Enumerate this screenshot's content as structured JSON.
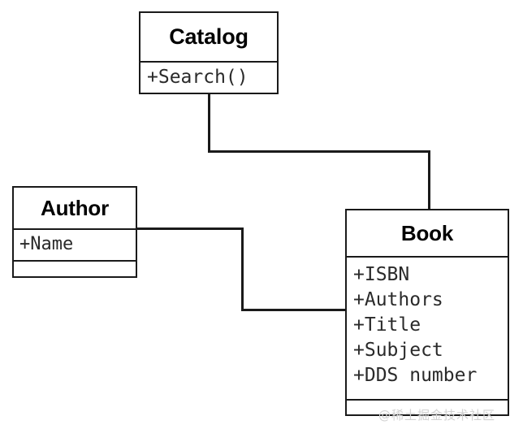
{
  "diagram": {
    "type": "uml-class-diagram",
    "background_color": "#ffffff",
    "line_color": "#1a1a1a",
    "text_color": "#000000",
    "classes": [
      {
        "id": "catalog",
        "name": "Catalog",
        "attributes": [],
        "operations": [
          "+Search()"
        ]
      },
      {
        "id": "author",
        "name": "Author",
        "attributes": [
          "+Name"
        ],
        "operations": []
      },
      {
        "id": "book",
        "name": "Book",
        "attributes": [
          "+ISBN",
          "+Authors",
          "+Title",
          "+Subject",
          "+DDS number"
        ],
        "operations": []
      }
    ],
    "connections": [
      {
        "from": "Catalog",
        "to": "Book",
        "style": "orthogonal"
      },
      {
        "from": "Author",
        "to": "Book",
        "style": "orthogonal"
      }
    ]
  },
  "watermark": {
    "text": "@稀土掘金技术社区",
    "color": "#d2d2d2"
  }
}
